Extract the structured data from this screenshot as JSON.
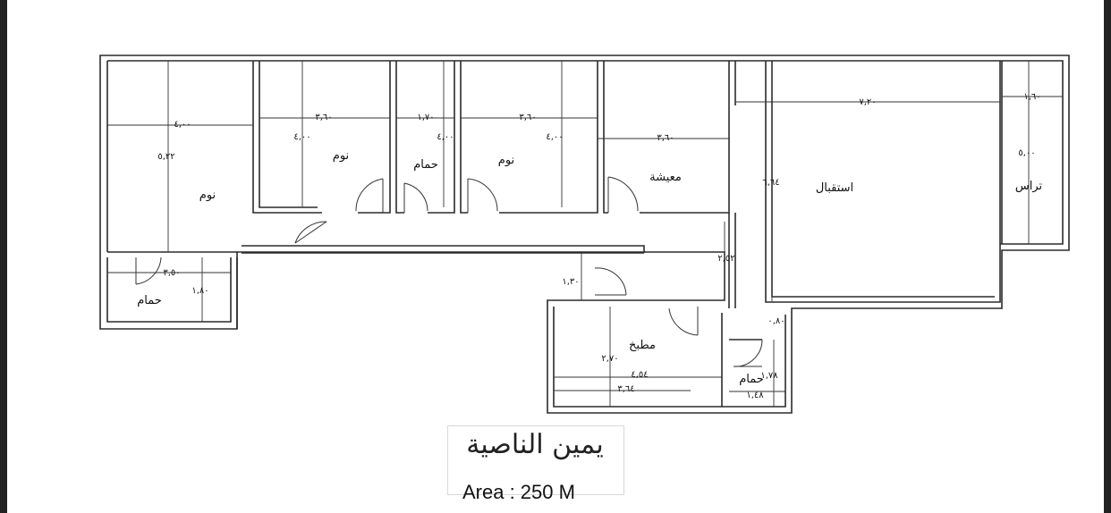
{
  "rooms": {
    "bedroom_1": "نوم",
    "bedroom_2": "نوم",
    "bedroom_3": "نوم",
    "bath_top": "حمام",
    "bath_left": "حمام",
    "bath_small": "حمام",
    "living": "معيشة",
    "reception": "استقبال",
    "terrace": "تراس",
    "kitchen": "مطبخ"
  },
  "dimensions": {
    "bed1_width": "٤,٠٠",
    "bed1_length": "٥,٢٢",
    "bed2_width": "٣,٦٠",
    "bed2_length": "٤,٠٠",
    "bath_top_width": "١,٧٠",
    "bath_top_length": "٤,٠٠",
    "bed3_width": "٣,٦٠",
    "bed3_length": "٤,٠٠",
    "living_width": "٣,٦٠",
    "reception_width": "٧,٢٠",
    "reception_length": "٦,٦٤",
    "terrace_width": "١,٦٠",
    "terrace_length": "٥,٠٠",
    "bath_left_width": "٣,٥٠",
    "bath_left_length": "١,٨٠",
    "corridor_1": "١,٣٠",
    "corridor_2": "٢,٥٢",
    "kitchen_height": "٢,٧٠",
    "kitchen_width_1": "٤,٥٤",
    "kitchen_width_2": "٣,٦٤",
    "small_1": "٠,٨٠",
    "bath_small_height": "١,٧٨",
    "bath_small_width": "١,٤٨"
  },
  "title": "يمين الناصية",
  "area": "Area : 250 M",
  "colors": {
    "wall": "#2b2b2b",
    "background": "#ffffff"
  }
}
